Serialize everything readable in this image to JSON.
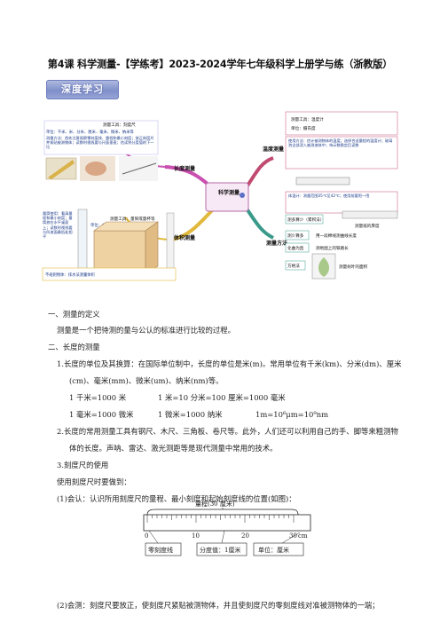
{
  "title": "第4课 科学测量-【学练考】2023-2024学年七年级科学上册学与练（浙教版）",
  "badge": "深度学习",
  "mindmap": {
    "center": "科学测量",
    "branches": {
      "length": "长度测量",
      "volume": "体积测量",
      "temperature": "温度测量",
      "methods": "测量方法"
    },
    "notes": {
      "length_tool": "测量工具：刻度尺",
      "length_units": "单位：千米、米、分米、厘米、毫米、微米、纳米等",
      "length_steps": "测量方法：首先注意观察零刻度线、量程和最小刻度；放正刻度尺并紧贴被测物体；读数时视线要与尺面垂直；估读到分度值的下一位",
      "volume_tool": "测量工具：量筒或量杯等",
      "volume_units": "单位：立方米、立方分米、升、毫升等",
      "volume_steps": "量筒使用：看清量程和最小刻度；量筒放在水平桌面上；读数时视线要与凹液面最低处相平",
      "volume_irregular": "不规则物体：排水法测量体积",
      "temp_tool": "测量工具：温度计",
      "temp_unit": "单位：摄氏度",
      "temp_steps": "使用方法：估计被测物体的温度；选择合适量程的温度计；玻璃泡全部浸入被测液体中；待示数稳定后读数",
      "clinical": "体温计：测量范围35℃至42℃；使用前要甩一甩",
      "m1": "测多算少（累积法）",
      "m1_example": "测量纸的厚度",
      "m2": "测少算多",
      "m2_example": "用一段棉线测曲线长度",
      "m3": "化曲为直",
      "m3_example": "测地图上的铁路长",
      "m4": "方格法",
      "m4_example": "测量树叶的面积"
    }
  },
  "content": {
    "h1": "一、测量的定义",
    "p1": "测量是一个把待测的量与公认的标准进行比较的过程。",
    "h2": "二、长度的测量",
    "i1": "1.长度的单位及其换算：在国际单位制中，长度的单位是米(m)。常用单位有千米(km)、分米(dm)、厘米",
    "i1b": "(cm)、毫米(mm)、微米(um)、纳米(nm)等。",
    "c1a": "1 千米=1000 米",
    "c1b": "1 米=10 分米=100 厘米=1000 毫米",
    "c2a": "1 毫米=1000 微米",
    "c2b": "1 微米=1000 纳米",
    "c2c": "1m=10⁶μm=10⁹nm",
    "i2": "2.长度的常用测量工具有钢尺、木尺、三角板、卷尺等。此外，人们还可以利用自己的手、脚等来粗测物",
    "i2b": "体的长度。声呐、雷达、激光测距等是现代测量中常用的技术。",
    "i3": "3.刻度尺的使用",
    "i3a": "使用刻度尺时要做到：",
    "i3b": "(1)会认：认识所用刻度尺的量程、最小刻度和起始刻度线的位置(如图)：",
    "i3c": "(2)会测：刻度尺要放正，使刻度尺紧贴被测物体，并且使刻度尺的零刻度线对准被测物体的一端；"
  },
  "ruler": {
    "range_label": "量程(30 厘米)",
    "ticks": [
      "0",
      "10",
      "20",
      "30"
    ],
    "unit": "cm",
    "zero_label": "零刻度线",
    "division_label": "分度值：1厘米",
    "unit_label": "单位：厘米"
  }
}
